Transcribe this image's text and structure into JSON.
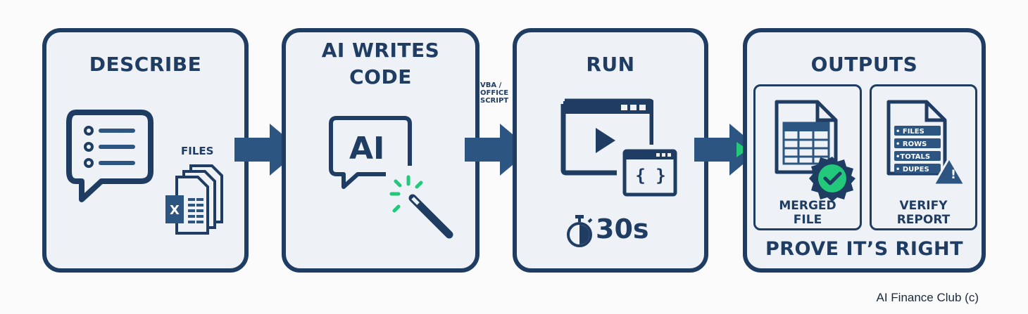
{
  "colors": {
    "navy": "#1f3d63",
    "arrow": "#2d5581",
    "green": "#22c97a",
    "panel_bg": "#eef1f6"
  },
  "steps": [
    {
      "title": "DESCRIBE",
      "label": "FILES",
      "icons": [
        "chat-list-icon",
        "excel-files-icon"
      ]
    },
    {
      "title_line1": "AI WRITES",
      "title_line2": "CODE",
      "bubble_text": "AI",
      "icons": [
        "ai-chat-icon",
        "magic-wand-icon"
      ]
    },
    {
      "title": "RUN",
      "code_text": "{ }",
      "timer": "30s",
      "icons": [
        "play-window-icon",
        "code-window-icon",
        "stopwatch-icon"
      ]
    },
    {
      "title": "OUTPUTS",
      "merged_line1": "MERGED",
      "merged_line2": "FILE",
      "verify_line1": "VERIFY",
      "verify_line2": "REPORT",
      "checklist": [
        "• FILES",
        "• ROWS",
        "•TOTALS",
        "• DUPES"
      ],
      "footer": "PROVE IT’S RIGHT"
    }
  ],
  "connector_label": [
    "VBA /",
    "OFFICE",
    "SCRIPT"
  ],
  "credit": "AI Finance Club (c)"
}
